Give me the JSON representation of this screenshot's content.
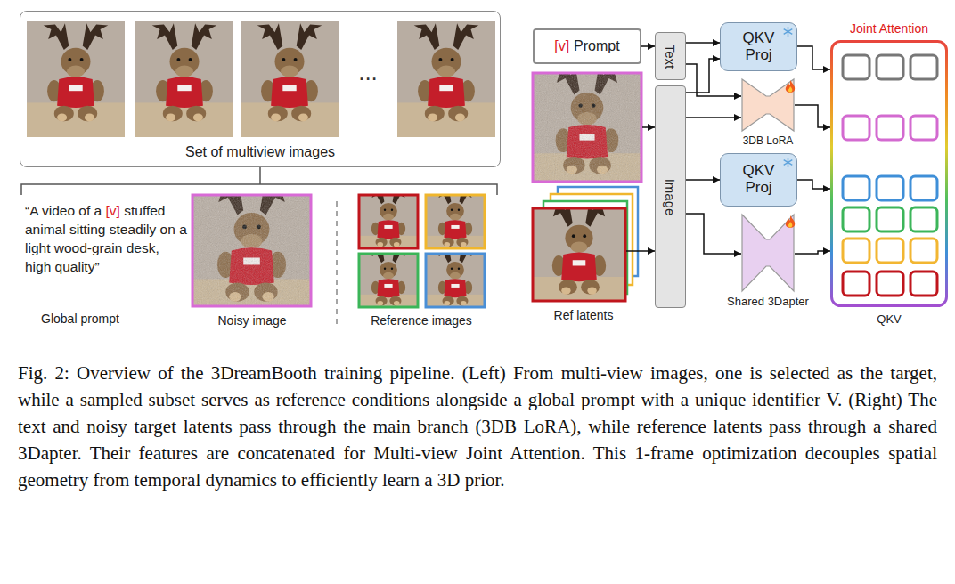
{
  "diagram": {
    "caption": "Fig. 2: Overview of the 3DreamBooth training pipeline. (Left) From multi-view images, one is selected as the target, while a sampled subset serves as reference conditions alongside a global prompt with a unique identifier V. (Right) The text and noisy target latents pass through the main branch (3DB LoRA), while reference latents pass through a shared 3Dapter. Their features are concatenated for Multi-view Joint Attention. This 1-frame optimization decouples spatial geometry from temporal dynamics to efficiently learn a 3D prior.",
    "nodes": [
      {
        "text": [
          "Set of multiview images"
        ]
      },
      {
        "text": [
          "[v]",
          "Prompt"
        ]
      },
      {
        "text": [
          "Text"
        ]
      },
      {
        "text": [
          "Image"
        ]
      },
      {
        "text": [
          "QKV Proj"
        ]
      },
      {
        "text": [
          "3DB LoRA"
        ]
      },
      {
        "text": [
          "QKV Proj"
        ]
      },
      {
        "text": [
          "Shared 3Dapter"
        ]
      },
      {
        "text": [
          "Joint Attention",
          "QKV"
        ]
      }
    ],
    "edges": [
      {
        "from": 1,
        "to": 2,
        "arrow": "to"
      },
      {
        "from": 2,
        "to": 4,
        "arrow": "to"
      },
      {
        "from": 2,
        "to": 5,
        "arrow": "to"
      },
      {
        "from": 3,
        "to": 4,
        "arrow": "to"
      },
      {
        "from": 3,
        "to": 5,
        "arrow": "to"
      },
      {
        "from": 3,
        "to": 6,
        "arrow": "to"
      },
      {
        "from": 3,
        "to": 7,
        "arrow": "to"
      },
      {
        "from": 4,
        "to": 8,
        "arrow": "to"
      },
      {
        "from": 5,
        "to": 8,
        "arrow": "to"
      },
      {
        "from": 6,
        "to": 8,
        "arrow": "to"
      },
      {
        "from": 7,
        "to": 8,
        "arrow": "to"
      }
    ],
    "labels": [
      "...",
      "“A video of a",
      "[v]",
      "stuffed animal sitting steadily on a light wood-grain desk, high quality”",
      "Global prompt",
      "Noisy image",
      "Reference images",
      "Ref latents"
    ]
  }
}
